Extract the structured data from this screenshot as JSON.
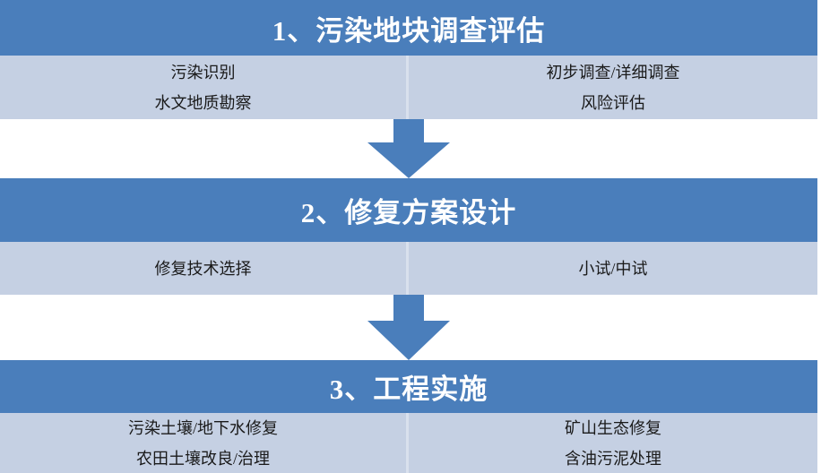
{
  "diagram": {
    "type": "vertical-process-flow",
    "orientation": "top-to-bottom",
    "step_count": 3,
    "colors": {
      "header_background": "#4a7ebb",
      "header_text": "#ffffff",
      "body_background": "#c5d0e3",
      "body_text": "#1a1a1a",
      "arrow_fill": "#4a7ebb",
      "divider": "#d9e0ed",
      "page_background": "#ffffff"
    },
    "stages": [
      {
        "number": "1",
        "title": "1、污染地块调查评估",
        "columns": [
          {
            "lines": [
              "污染识别",
              "水文地质勘察"
            ]
          },
          {
            "lines": [
              "初步调查/详细调查",
              "风险评估"
            ]
          }
        ]
      },
      {
        "number": "2",
        "title": "2、修复方案设计",
        "columns": [
          {
            "lines": [
              "修复技术选择"
            ]
          },
          {
            "lines": [
              "小试/中试"
            ]
          }
        ]
      },
      {
        "number": "3",
        "title": "3、工程实施",
        "columns": [
          {
            "lines": [
              "污染土壤/地下水修复",
              "农田土壤改良/治理"
            ]
          },
          {
            "lines": [
              "矿山生态修复",
              "含油污泥处理"
            ]
          }
        ]
      }
    ],
    "connectors": [
      {
        "name": "arrow-stage1-to-stage2",
        "direction": "down"
      },
      {
        "name": "arrow-stage2-to-stage3",
        "direction": "down"
      }
    ]
  }
}
